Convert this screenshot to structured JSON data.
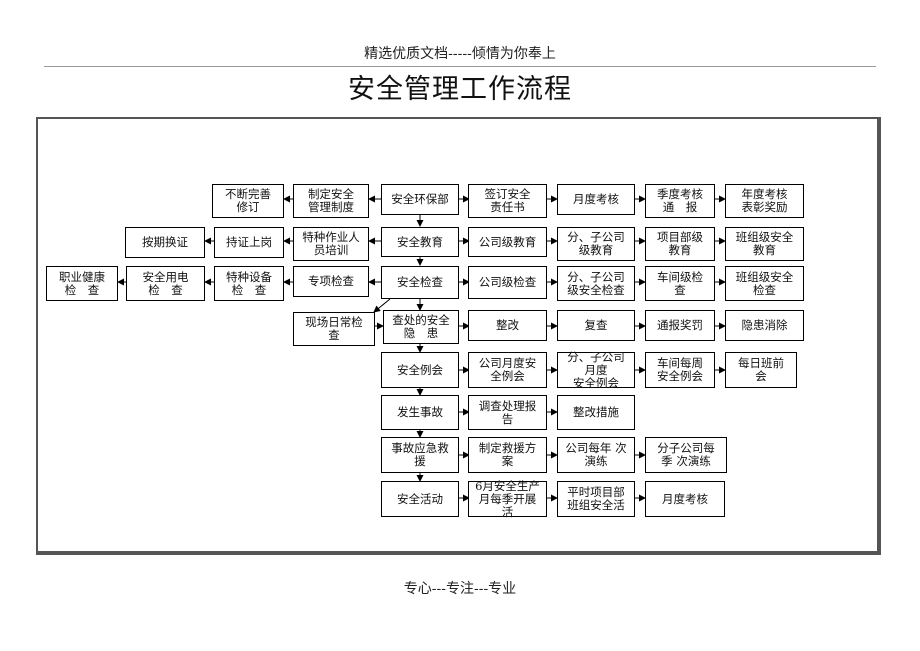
{
  "header": "精选优质文档-----倾情为你奉上",
  "title": "安全管理工作流程",
  "footer": "专心---专注---专业",
  "nodes": {
    "n_buduan": "不断完善\n修订",
    "n_zhiding": "制定安全\n管理制度",
    "n_huanbao": "安全环保部",
    "n_qianding": "签订安全\n责任书",
    "n_yuedu1": "月度考核",
    "n_jidu": "季度考核\n通　报",
    "n_niandu": "年度考核\n表彰奖励",
    "n_anqi": "按期换证",
    "n_chizheng": "持证上岗",
    "n_tezhong_zy": "特种作业人\n员培训",
    "n_jiaoyu": "安全教育",
    "n_gongsi_jy": "公司级教育",
    "n_fenzi_jy": "分、子公司\n级教育",
    "n_xiangmu_jy": "项目部级\n教育",
    "n_banzu_jy": "班组级安全\n教育",
    "n_zhiye": "职业健康\n检　查",
    "n_yongdian": "安全用电\n检　查",
    "n_shebei": "特种设备\n检　查",
    "n_zhuanxiang": "专项检查",
    "n_jiancha": "安全检查",
    "n_gongsi_jc": "公司级检查",
    "n_fenzi_jc": "分、子公司\n级安全检查",
    "n_chejian_jc": "车间级检\n查",
    "n_banzu_jc": "班组级安全\n检查",
    "n_xianchang": "现场日常检\n查",
    "n_yinhuan": "查处的安全\n隐　患",
    "n_zhenggai": "整改",
    "n_fucha": "复查",
    "n_tongbao": "通报奖罚",
    "n_xiaochu": "隐患消除",
    "n_lihui": "安全例会",
    "n_gongsi_lh": "公司月度安\n全例会",
    "n_fenzi_lh": "分、子公司月度\n安全例会",
    "n_chejian_lh": "车间每周\n安全例会",
    "n_meiri_lh": "每日班前\n会",
    "n_shigu": "发生事故",
    "n_diaocha": "调查处理报\n告",
    "n_cuoshi": "整改措施",
    "n_yingji": "事故应急救\n援",
    "n_jiuyuan": "制定救援方\n案",
    "n_gongsi_yl": "公司每年 次\n演练",
    "n_fenzi_yl": "分子公司每\n季 次演练",
    "n_huodong": "安全活动",
    "n_liuyue": "6月安全生产\n月每季开展活",
    "n_pingshi": "平时项目部\n班组安全活",
    "n_yuedu2": "月度考核"
  }
}
